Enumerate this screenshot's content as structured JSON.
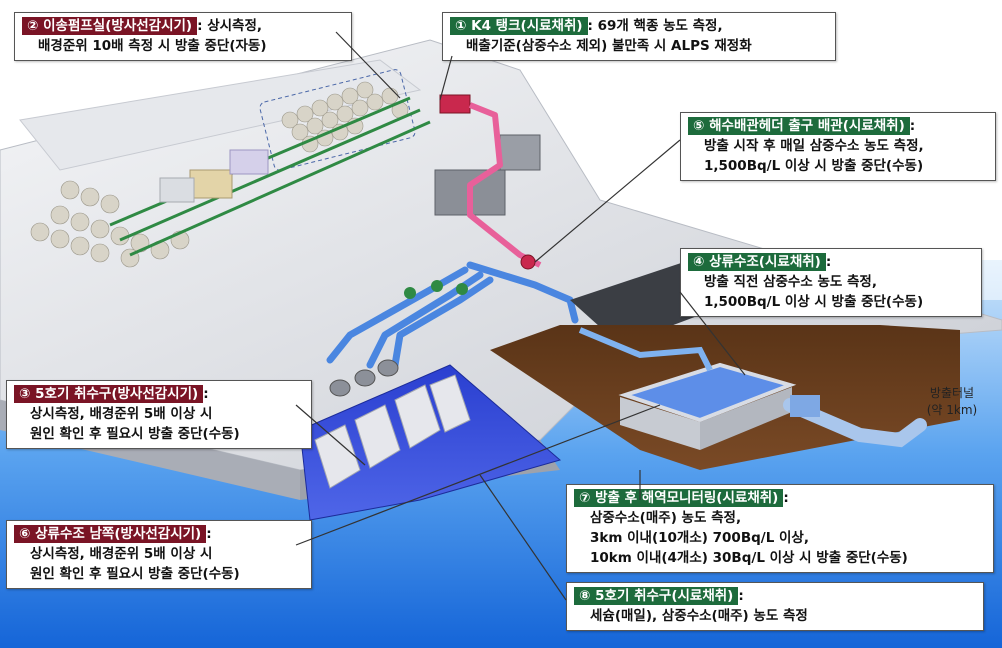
{
  "colors": {
    "monitoring_tag": "#7a1425",
    "sampling_tag": "#1d6b3c",
    "seawater": "#1e6fd6",
    "pipe_pink": "#e8609a",
    "pipe_blue": "#4a86e0"
  },
  "callouts": [
    {
      "id": "c2",
      "tag": "② 이송펌프실(방사선감시기)",
      "tag_color": "monitoring",
      "rest": ": 상시측정,",
      "lines": [
        "배경준위 10배 측정 시 방출 중단(자동)"
      ]
    },
    {
      "id": "c1",
      "tag": "① K4 탱크(시료채취)",
      "tag_color": "sampling",
      "rest": ": 69개 핵종 농도 측정,",
      "lines": [
        "배출기준(삼중수소 제외) 불만족 시 ALPS 재정화"
      ]
    },
    {
      "id": "c5",
      "tag": "⑤ 해수배관헤더 출구 배관(시료채취)",
      "tag_color": "sampling",
      "rest": ":",
      "lines": [
        "방출 시작 후 매일 삼중수소 농도 측정,",
        "1,500Bq/L 이상 시 방출 중단(수동)"
      ]
    },
    {
      "id": "c4",
      "tag": "④ 상류수조(시료채취)",
      "tag_color": "sampling",
      "rest": ":",
      "lines": [
        "방출 직전 삼중수소 농도 측정,",
        "1,500Bq/L 이상 시 방출 중단(수동)"
      ]
    },
    {
      "id": "c3",
      "tag": "③ 5호기 취수구(방사선감시기)",
      "tag_color": "monitoring",
      "rest": ":",
      "lines": [
        "상시측정, 배경준위 5배 이상 시",
        "원인 확인 후 필요시 방출 중단(수동)"
      ]
    },
    {
      "id": "c7",
      "tag": "⑦ 방출 후 해역모니터링(시료채취)",
      "tag_color": "sampling",
      "rest": ":",
      "lines": [
        "삼중수소(매주) 농도 측정,",
        "3km 이내(10개소) 700Bq/L 이상,",
        "10km 이내(4개소) 30Bq/L 이상 시 방출 중단(수동)"
      ]
    },
    {
      "id": "c6",
      "tag": "⑥ 상류수조 남쪽(방사선감시기)",
      "tag_color": "monitoring",
      "rest": ":",
      "lines": [
        "상시측정, 배경준위 5배 이상 시",
        "원인 확인 후 필요시 방출 중단(수동)"
      ]
    },
    {
      "id": "c8",
      "tag": "⑧ 5호기 취수구(시료채취)",
      "tag_color": "sampling",
      "rest": ":",
      "lines": [
        "세슘(매일), 삼중수소(매주) 농도 측정"
      ]
    }
  ],
  "tunnel_label": {
    "line1": "방출터널",
    "line2": "(약 1km)"
  }
}
